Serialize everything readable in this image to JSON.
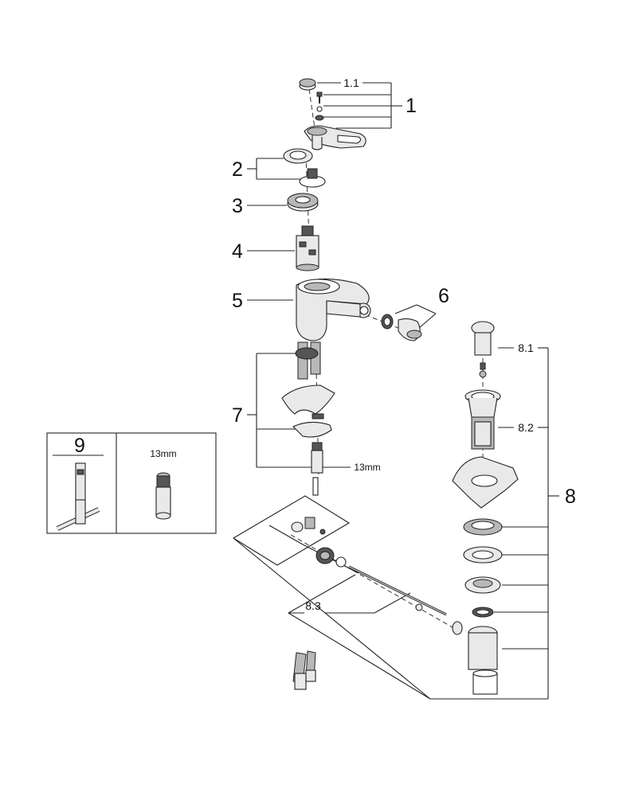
{
  "labels": {
    "p1_1": "1.1",
    "p1": "1",
    "p2": "2",
    "p3": "3",
    "p4": "4",
    "p5": "5",
    "p6": "6",
    "p7": "7",
    "p7_size": "13mm",
    "p8": "8",
    "p8_1": "8.1",
    "p8_2": "8.2",
    "p8_3": "8.3",
    "p9": "9",
    "p9_size": "13mm"
  }
}
